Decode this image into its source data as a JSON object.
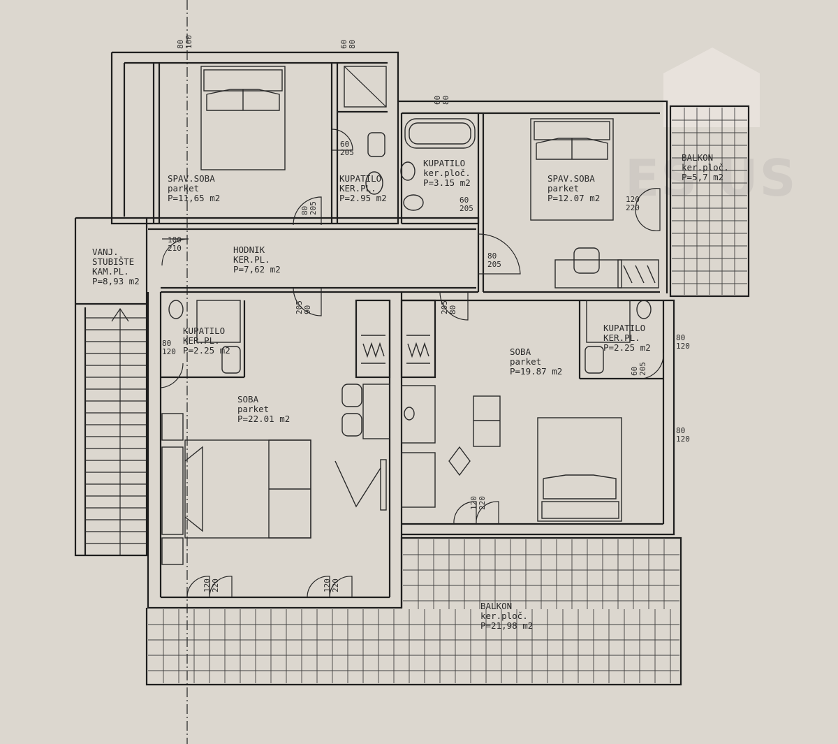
{
  "rooms": [
    {
      "id": "spav1",
      "lines": [
        "SPAV.SOBA",
        "parket",
        "P=11,65 m2"
      ]
    },
    {
      "id": "kup1",
      "lines": [
        "KUPATILO",
        "KER.PL.",
        "P=2.95 m2"
      ]
    },
    {
      "id": "kup2",
      "lines": [
        "KUPATILO",
        "ker.ploč.",
        "P=3.15 m2"
      ]
    },
    {
      "id": "spav2",
      "lines": [
        "SPAV.SOBA",
        "parket",
        "P=12.07 m2"
      ]
    },
    {
      "id": "balkon1",
      "lines": [
        "BALKON",
        "ker.ploč.",
        "P=5,7 m2"
      ]
    },
    {
      "id": "stub",
      "lines": [
        "VANJ.",
        "STUBIŠTE",
        "KAM.PL.",
        "P=8,93 m2"
      ]
    },
    {
      "id": "hodnik",
      "lines": [
        "HODNIK",
        "KER.PL.",
        "P=7,62 m2"
      ]
    },
    {
      "id": "kup3",
      "lines": [
        "KUPATILO",
        "KER.PL.",
        "P=2.25 m2"
      ]
    },
    {
      "id": "soba1",
      "lines": [
        "SOBA",
        "parket",
        "P=22.01 m2"
      ]
    },
    {
      "id": "soba2",
      "lines": [
        "SOBA",
        "parket",
        "P=19.87 m2"
      ]
    },
    {
      "id": "kup4",
      "lines": [
        "KUPATILO",
        "KER.PL.",
        "P=2.25 m2"
      ]
    },
    {
      "id": "balkon2",
      "lines": [
        "BALKON",
        "ker.ploč.",
        "P=21,98 m2"
      ]
    }
  ],
  "dimensions": [
    {
      "id": "d1",
      "a": "80",
      "b": "100"
    },
    {
      "id": "d2",
      "a": "60",
      "b": "80"
    },
    {
      "id": "d3",
      "a": "60",
      "b": "80"
    },
    {
      "id": "d4",
      "a": "60",
      "b": "205"
    },
    {
      "id": "d5",
      "a": "80",
      "b": "205"
    },
    {
      "id": "d6",
      "a": "60",
      "b": "205"
    },
    {
      "id": "d7",
      "a": "120",
      "b": "220"
    },
    {
      "id": "d8",
      "a": "100",
      "b": "210"
    },
    {
      "id": "d9",
      "a": "80",
      "b": "205"
    },
    {
      "id": "d10",
      "a": "205",
      "b": "90"
    },
    {
      "id": "d11",
      "a": "205",
      "b": "80"
    },
    {
      "id": "d12",
      "a": "80",
      "b": "120"
    },
    {
      "id": "d13",
      "a": "80",
      "b": "120"
    },
    {
      "id": "d14",
      "a": "60",
      "b": "205"
    },
    {
      "id": "d15",
      "a": "80",
      "b": "120"
    },
    {
      "id": "d16",
      "a": "120",
      "b": "220"
    },
    {
      "id": "d17",
      "a": "120",
      "b": "220"
    },
    {
      "id": "d18",
      "a": "120",
      "b": "220"
    }
  ],
  "watermark": {
    "text": "ES  US",
    "color": "#cfcac4"
  }
}
